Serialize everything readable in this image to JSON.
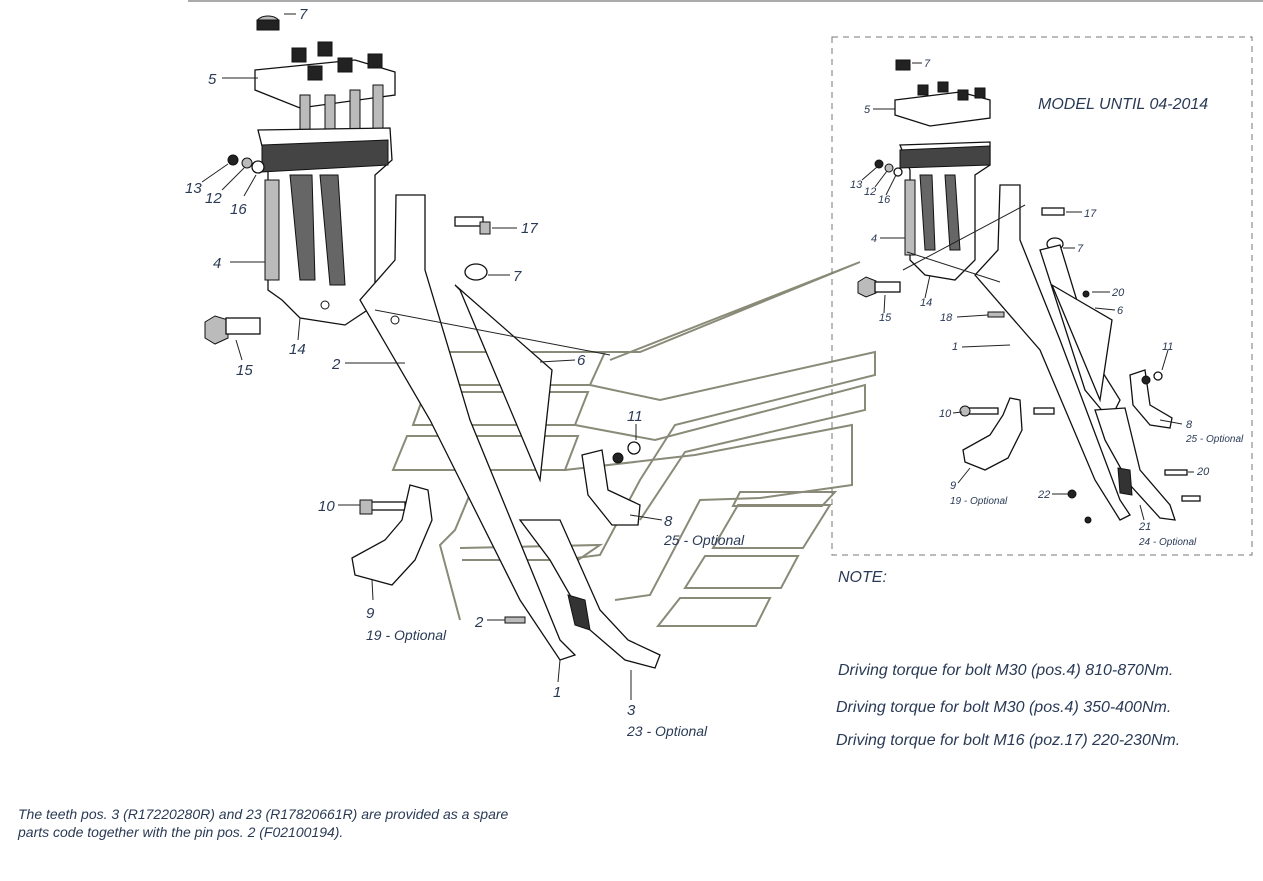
{
  "model_box_label": "MODEL UNTIL 04-2014",
  "note_heading": "NOTE:",
  "torque_notes": [
    "Driving torque for bolt M30 (pos.4) 810-870Nm.",
    "Driving torque for bolt M30 (pos.4) 350-400Nm.",
    "Driving torque for bolt M16 (poz.17) 220-230Nm."
  ],
  "footnote": [
    "The teeth pos. 3 (R17220280R) and 23 (R17820661R) are provided as a spare",
    "parts code together with the pin pos. 2 (F02100194)."
  ],
  "main_callouts": {
    "c7a": "7",
    "c5": "5",
    "c13": "13",
    "c12": "12",
    "c16": "16",
    "c4": "4",
    "c15": "15",
    "c14": "14",
    "c17": "17",
    "c7b": "7",
    "c2a": "2",
    "c6": "6",
    "c11": "11",
    "c10": "10",
    "c8": "8",
    "c25": "25 - Optional",
    "c9": "9",
    "c19": "19 - Optional",
    "c2b": "2",
    "c1": "1",
    "c3": "3",
    "c23": "23 - Optional"
  },
  "inset_callouts": {
    "c7a": "7",
    "c5": "5",
    "c13": "13",
    "c12": "12",
    "c16": "16",
    "c4": "4",
    "c17": "17",
    "c7b": "7",
    "c14": "14",
    "c15": "15",
    "c20a": "20",
    "c18": "18",
    "c6": "6",
    "c1": "1",
    "c11": "11",
    "c8": "8",
    "c25": "25 - Optional",
    "c10": "10",
    "c20b": "20",
    "c9": "9",
    "c19": "19 - Optional",
    "c22": "22",
    "c21": "21",
    "c24": "24 - Optional"
  }
}
